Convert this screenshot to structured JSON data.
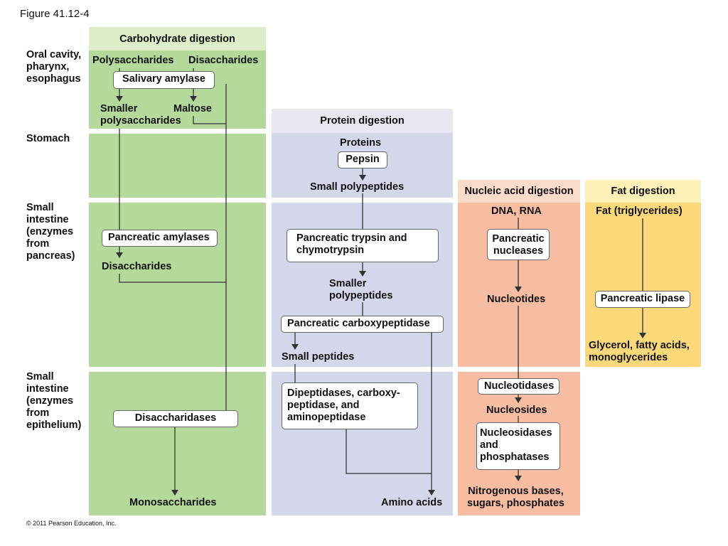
{
  "figure_label": "Figure 41.12-4",
  "copyright": "© 2011 Pearson Education, Inc.",
  "colors": {
    "carb_header": "#dcedc8",
    "carb_body": "#b5d99a",
    "protein_header": "#e6e7f1",
    "protein_body": "#d4d6ea",
    "nucleic_header": "#fbdccb",
    "nucleic_body": "#f6bda3",
    "fat_header": "#fdf1b8",
    "fat_body": "#fbd97a",
    "line": "#333333"
  },
  "rows": {
    "oral": "Oral cavity,\npharynx,\nesophagus",
    "stomach": "Stomach",
    "small_pancreas": "Small\nintestine\n(enzymes\nfrom\npancreas)",
    "small_epithelium": "Small\nintestine\n(enzymes\nfrom\nepithelium)"
  },
  "carbohydrate": {
    "header": "Carbohydrate digestion",
    "polysaccharides": "Polysaccharides",
    "disaccharides": "Disaccharides",
    "salivary_amylase": "Salivary amylase",
    "smaller_polysaccharides": "Smaller\npolysaccharides",
    "maltose": "Maltose",
    "pancreatic_amylases": "Pancreatic amylases",
    "disaccharides_2": "Disaccharides",
    "disaccharidases": "Disaccharidases",
    "monosaccharides": "Monosaccharides"
  },
  "protein": {
    "header": "Protein digestion",
    "proteins": "Proteins",
    "pepsin": "Pepsin",
    "small_polypeptides": "Small polypeptides",
    "trypsin": "Pancreatic trypsin and\nchymotrypsin",
    "smaller_polypeptides": "Smaller\npolypeptides",
    "carboxypeptidase": "Pancreatic carboxypeptidase",
    "small_peptides": "Small peptides",
    "dipeptidases": "Dipeptidases, carboxy-\npeptidase, and\naminopeptidase",
    "amino_acids": "Amino acids"
  },
  "nucleic": {
    "header": "Nucleic acid digestion",
    "dna_rna": "DNA, RNA",
    "nucleases": "Pancreatic\nnucleases",
    "nucleotides": "Nucleotides",
    "nucleotidases": "Nucleotidases",
    "nucleosides": "Nucleosides",
    "nucleosidases": "Nucleosidases\nand\nphosphatases",
    "products": "Nitrogenous bases,\nsugars, phosphates"
  },
  "fat": {
    "header": "Fat digestion",
    "fat": "Fat (triglycerides)",
    "lipase": "Pancreatic lipase",
    "products": "Glycerol, fatty acids,\nmonoglycerides"
  }
}
